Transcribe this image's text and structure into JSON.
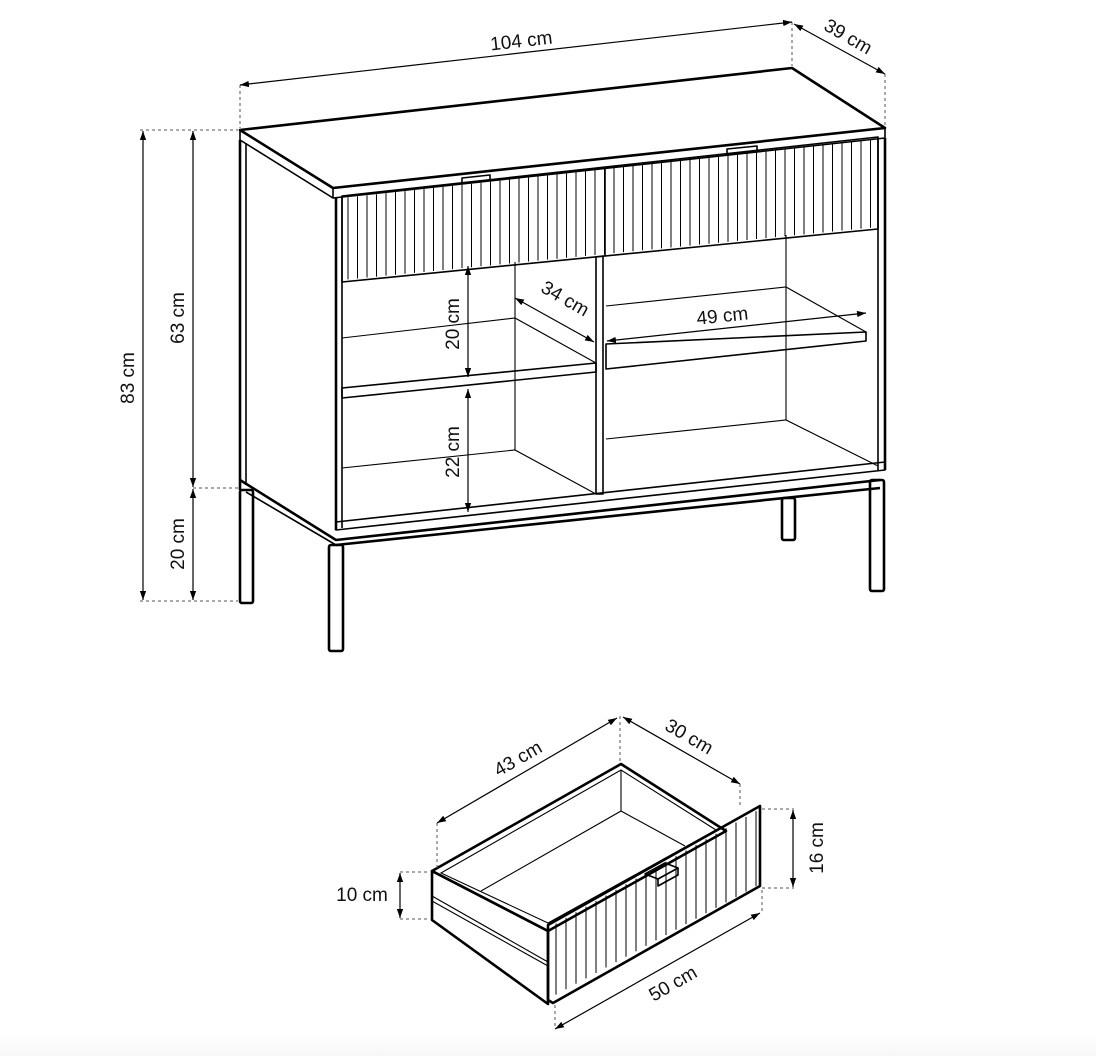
{
  "diagram": {
    "type": "furniture dimension drawing",
    "subjects": [
      "sideboard",
      "drawer"
    ],
    "colors": {
      "line": "#000000",
      "background": "#ffffff",
      "dashed_guide": "#555555"
    }
  },
  "sideboard": {
    "width_label": "104 cm",
    "depth_label": "39 cm",
    "total_height_label": "83 cm",
    "body_height_label": "63 cm",
    "leg_height_label": "20 cm",
    "upper_compartment_height_label": "20 cm",
    "lower_compartment_height_label": "22 cm",
    "shelf_depth_label": "34 cm",
    "shelf_width_label": "49 cm"
  },
  "drawer": {
    "outer_length_label": "43 cm",
    "depth_label": "30 cm",
    "side_height_label": "10 cm",
    "front_height_label": "16 cm",
    "front_width_label": "50 cm"
  }
}
